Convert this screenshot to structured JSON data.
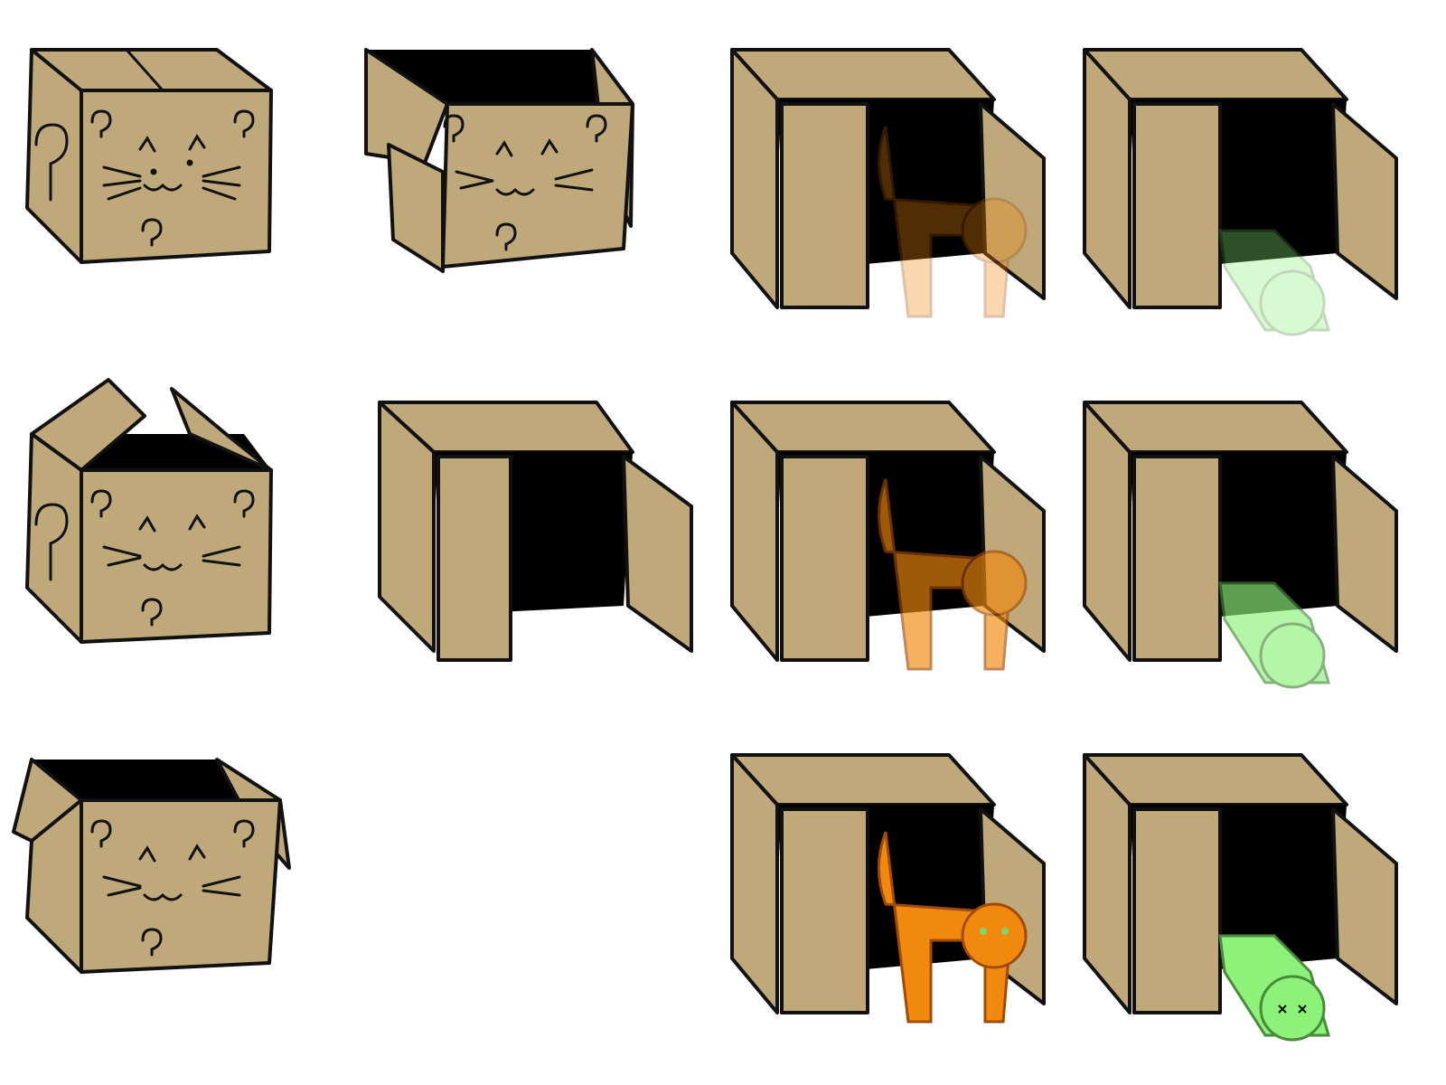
{
  "colors": {
    "background": "#ffffff",
    "cardboard": "#bfa97a",
    "outline": "#111111",
    "box_interior": "#000000",
    "alive_cat": "#f2890f",
    "alive_cat_stripes": "#a24a00",
    "dead_cat": "#8cf27a",
    "dead_cat_nose": "#f5a3c7",
    "cat_eyes": "#7fd36a"
  },
  "icons": {
    "closed_box_face": "cat-face-with-question-marks",
    "open_box_symbol": "question-mark-glyph",
    "alive_cat": "orange-tabby-cat",
    "dead_cat": "green-cat-x-eyes"
  },
  "grid": {
    "rows": 3,
    "columns": 4
  },
  "panels": [
    {
      "row": 1,
      "col": 1,
      "state": "closed box",
      "cat": "none",
      "opacity": 1
    },
    {
      "row": 1,
      "col": 2,
      "state": "box lid opening",
      "cat": "none",
      "opacity": 1
    },
    {
      "row": 1,
      "col": 3,
      "state": "open box",
      "cat": "alive",
      "opacity": 0.33
    },
    {
      "row": 1,
      "col": 4,
      "state": "open box",
      "cat": "dead",
      "opacity": 0.33
    },
    {
      "row": 2,
      "col": 1,
      "state": "box lid opening",
      "cat": "none",
      "opacity": 1
    },
    {
      "row": 2,
      "col": 2,
      "state": "open box",
      "cat": "none",
      "opacity": 1
    },
    {
      "row": 2,
      "col": 3,
      "state": "open box",
      "cat": "alive",
      "opacity": 0.66
    },
    {
      "row": 2,
      "col": 4,
      "state": "open box",
      "cat": "dead",
      "opacity": 0.66
    },
    {
      "row": 3,
      "col": 1,
      "state": "box lid opening",
      "cat": "none",
      "opacity": 1
    },
    {
      "row": 3,
      "col": 3,
      "state": "open box",
      "cat": "alive",
      "opacity": 1
    },
    {
      "row": 3,
      "col": 4,
      "state": "open box",
      "cat": "dead",
      "opacity": 1
    }
  ]
}
